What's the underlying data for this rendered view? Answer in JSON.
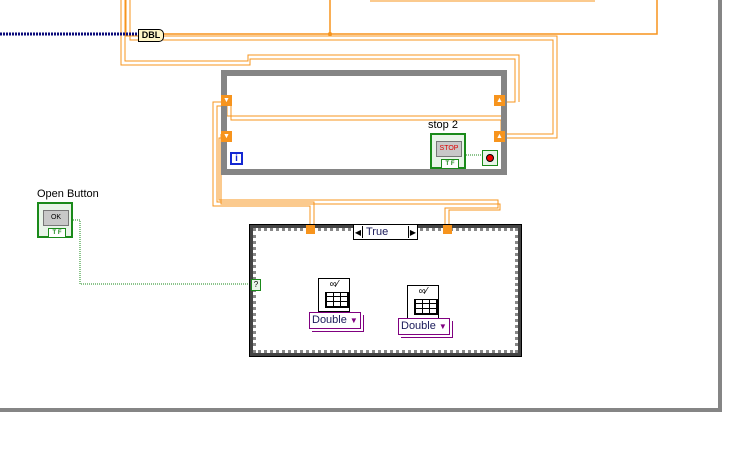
{
  "dbl_label": "DBL",
  "stop_control": {
    "label": "stop 2",
    "face": "STOP",
    "tf": "T F"
  },
  "open_button": {
    "label": "Open Button",
    "face": "OK",
    "tf": "T F"
  },
  "loop": {
    "iteration_glyph": "i"
  },
  "case_structure": {
    "selector_value": "True",
    "case_terminal": "?"
  },
  "nodes": [
    {
      "type_label": "Double"
    },
    {
      "type_label": "Double"
    }
  ],
  "colors": {
    "wire_orange": "#f7941d",
    "boolean_green": "#1a8a1a",
    "loop_gray": "#858585",
    "enum_purple": "#800080"
  }
}
